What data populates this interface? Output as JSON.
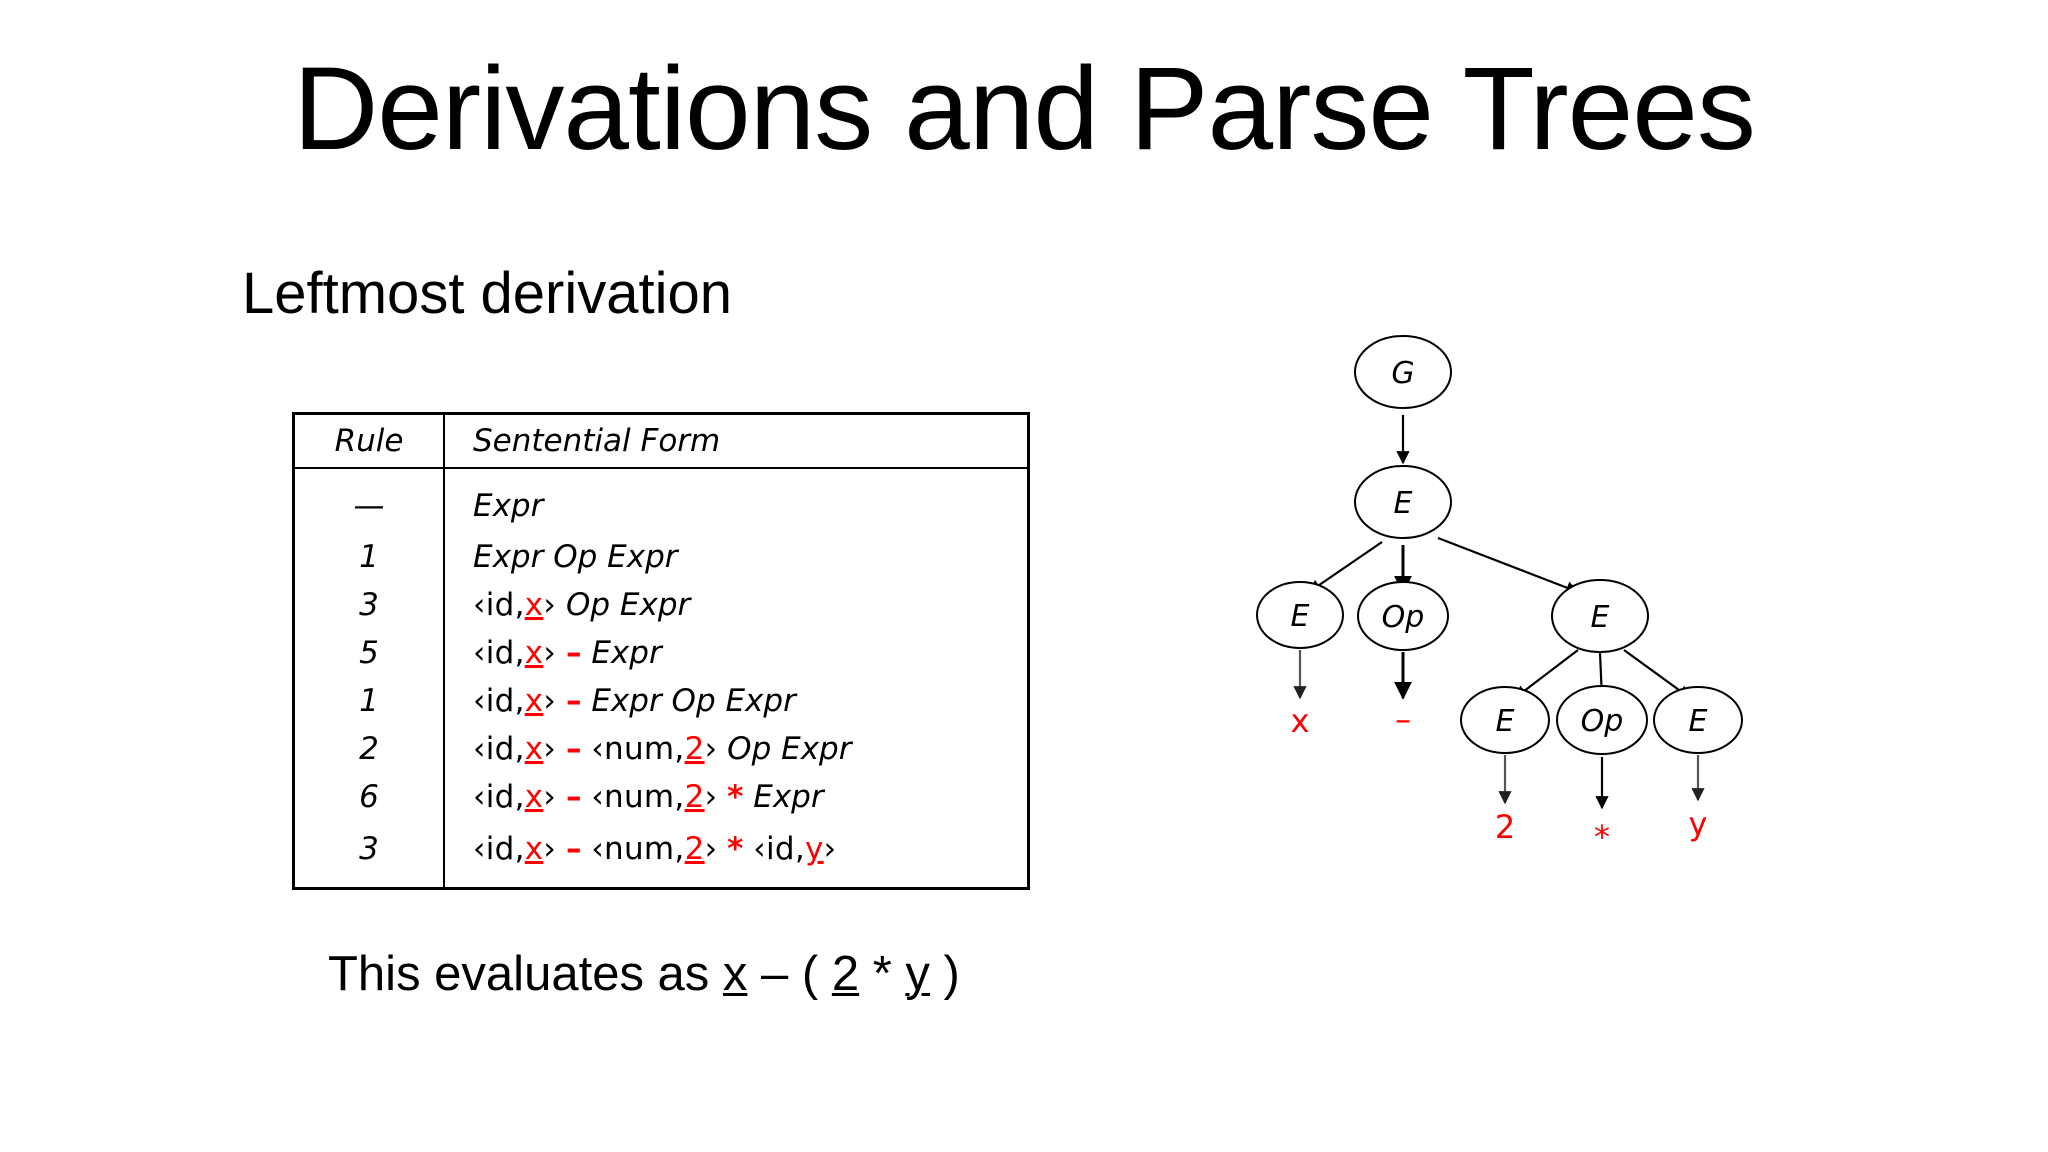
{
  "slide": {
    "title": "Derivations and Parse Trees",
    "subtitle": "Leftmost derivation"
  },
  "table": {
    "headers": [
      "Rule",
      "Sentential Form"
    ],
    "rows": [
      {
        "rule": "—",
        "form_plain": "Expr"
      },
      {
        "rule": "1",
        "form_plain": "Expr Op Expr"
      },
      {
        "rule": "3",
        "form_plain": "<id,x> Op Expr"
      },
      {
        "rule": "5",
        "form_plain": "<id,x> – Expr"
      },
      {
        "rule": "1",
        "form_plain": "<id,x> – Expr Op Expr"
      },
      {
        "rule": "2",
        "form_plain": "<id,x> – <num,2> Op Expr"
      },
      {
        "rule": "6",
        "form_plain": "<id,x> – <num,2> * Expr"
      },
      {
        "rule": "3",
        "form_plain": "<id,x> – <num,2> * <id,y>"
      }
    ]
  },
  "caption": {
    "prefix": "This evaluates as ",
    "x": "x",
    "minus": " – ( ",
    "two": "2",
    "star": " * ",
    "y": "y",
    "suffix": " )"
  },
  "parse_tree": {
    "nodes": {
      "root": "G",
      "e_top": "E",
      "e_left": "E",
      "op_left": "Op",
      "e_right": "E",
      "e_rl": "E",
      "op_r": "Op",
      "e_rr": "E"
    },
    "leaves": {
      "x": "x",
      "minus": "–",
      "two": "2",
      "star": "*",
      "y": "y"
    }
  },
  "colors": {
    "terminal_red": "#ff0000",
    "ink": "#000000",
    "background": "#ffffff"
  }
}
